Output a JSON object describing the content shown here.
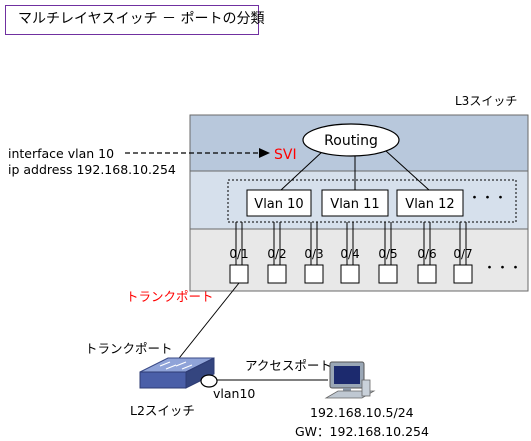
{
  "title": "マルチレイヤスイッチ － ポートの分類",
  "l3_switch": {
    "label": "L3スイッチ",
    "routing_label": "Routing",
    "svi_label": "SVI",
    "vlans": [
      "Vlan 10",
      "Vlan 11",
      "Vlan 12"
    ],
    "vlan_ellipsis": "・・・",
    "ports": [
      "0/1",
      "0/2",
      "0/3",
      "0/4",
      "0/5",
      "0/6",
      "0/7"
    ],
    "port_ellipsis": "・・・"
  },
  "config": {
    "line1": "interface vlan 10",
    "line2": "ip address 192.168.10.254"
  },
  "trunk_port_switch_label": "トランクポート",
  "trunk_port_l2_label": "トランクポート",
  "access_port_label": "アクセスポート",
  "l2_switch": {
    "label": "L2スイッチ",
    "vlan_label": "vlan10"
  },
  "pc": {
    "ip": "192.168.10.5/24",
    "gateway": "GW：192.168.10.254"
  },
  "colors": {
    "title_border": "#7030a0",
    "band_top": "#b8c8dc",
    "band_mid": "#d6e0ec",
    "band_bottom": "#e8e8e8",
    "highlight_red": "#ff0000",
    "l2_switch_blue": "#4a5fa8"
  }
}
